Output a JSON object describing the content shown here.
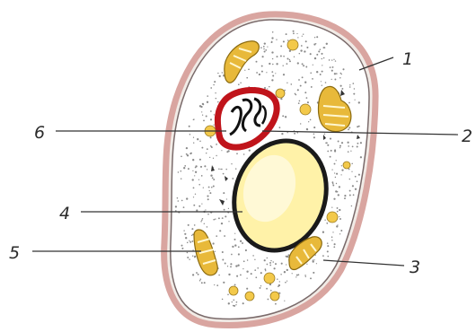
{
  "diagram": {
    "labels": [
      {
        "id": "1",
        "text": "1"
      },
      {
        "id": "2",
        "text": "2"
      },
      {
        "id": "3",
        "text": "3"
      },
      {
        "id": "4",
        "text": "4"
      },
      {
        "id": "5",
        "text": "5"
      },
      {
        "id": "6",
        "text": "6"
      }
    ]
  },
  "colors": {
    "cell_wall": "#d9a5a0",
    "membrane": "#7a6a6a",
    "nucleus_fill": "#fff2a8",
    "nucleus_outline": "#1a1a1a",
    "mitochondria": "#e8b93a",
    "plastid_outline": "#c0141b",
    "granule": "#f3c94a",
    "leader_line": "#333333"
  }
}
